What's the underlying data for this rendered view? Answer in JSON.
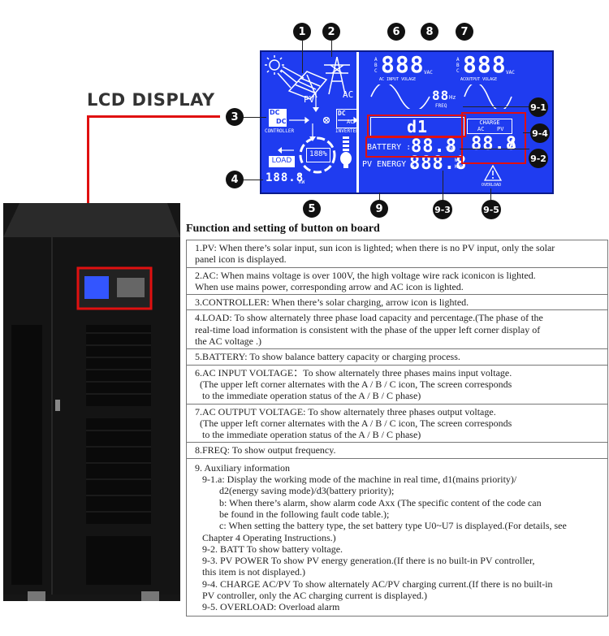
{
  "lcd_title": "LCD DISPLAY",
  "markers": [
    "1",
    "2",
    "3",
    "4",
    "5",
    "6",
    "7",
    "8",
    "9",
    "9-1",
    "9-2",
    "9-3",
    "9-4",
    "9-5"
  ],
  "lcd": {
    "pv": "PV",
    "ac": "AC",
    "dc_top": "DC",
    "dc_bottom": "DC",
    "controller": "CONTROLLER",
    "inverter_dc": "DC",
    "inverter_ac": "AC",
    "inverter": "INVERTER",
    "load": "LOAD",
    "load_value": "188.8",
    "load_unit_w": "W",
    "load_unit_kw": "KW",
    "battery_pct": "188%",
    "phase_abc": [
      "A",
      "B",
      "C"
    ],
    "ac_input_value": "888",
    "ac_input_unit": "VAC",
    "ac_input_label": "AC INPUT VOLAGE",
    "ac_output_value": "888",
    "ac_output_unit": "VAC",
    "ac_output_label": "ACOUTPUT VOLAGE",
    "freq_value": "88",
    "freq_unit": "Hz",
    "freq_label": "FREQ",
    "mode": "d1",
    "battery_label": "BATTERY :",
    "battery_value": "88.8",
    "battery_unit": "VDC",
    "charge_title": "CHARGE",
    "charge_ac": "AC",
    "charge_pv": "PV",
    "charge_value": "88.8",
    "charge_unit": "A",
    "pv_energy_label": "PV ENERGY :",
    "pv_energy_value": "888.8",
    "pv_energy_unit_w": "W",
    "pv_energy_unit_kwh": "KWH",
    "overload": "OVERLOAD"
  },
  "function_title": "Function and setting of button on board",
  "rows": [
    [
      "1.PV:  When there’s solar input, sun icon is lighted; when there is no PV input, only the solar",
      "panel icon is displayed."
    ],
    [
      "2.AC:  When mains voltage is over 100V, the high voltage wire rack iconicon is lighted.",
      "When use mains power, corresponding arrow and AC icon is lighted."
    ],
    [
      "3.CONTROLLER: When there’s solar charging, arrow icon is lighted."
    ],
    [
      "4.LOAD:  To show alternately three phase load capacity and percentage.(The phase of the",
      "real-time load information is consistent with the phase of the upper left corner display of",
      "the AC voltage .)"
    ],
    [
      "5.BATTERY:   To show balance battery capacity or charging process."
    ],
    [
      "6.AC INPUT VOLTAGE：To show alternately three phases mains input voltage.",
      "  (The upper left corner alternates with the A / B / C icon, The screen corresponds",
      "   to the immediate operation status of the A / B / C phase)"
    ],
    [
      "7.AC OUTPUT VOLTAGE:  To show alternately three phases output voltage.",
      "  (The upper left corner alternates with the A / B / C icon, The screen corresponds",
      "   to the immediate operation status of the A / B / C phase)"
    ],
    [
      "8.FREQ: To show output frequency."
    ],
    [
      "9. Auxiliary information",
      "   9-1.a: Display the working mode of the machine in real time, d1(mains priority)/",
      "          d2(energy saving mode)/d3(battery priority);",
      "          b: When there’s alarm, show alarm code Axx (The specific content of the code can",
      "          be found in the following fault code table.);",
      "          c: When setting the battery type, the set battery type U0~U7 is displayed.(For details, see",
      "   Chapter 4 Operating Instructions.)",
      "   9-2. BATT To show battery voltage.",
      "   9-3. PV POWER To show PV energy generation.(If there is no built-in PV controller,",
      "   this item is not displayed.)",
      "   9-4. CHARGE AC/PV To show alternately AC/PV charging current.(If there is no built-in",
      "   PV controller, only the AC charging current is displayed.)",
      "   9-5. OVERLOAD: Overload alarm"
    ]
  ]
}
